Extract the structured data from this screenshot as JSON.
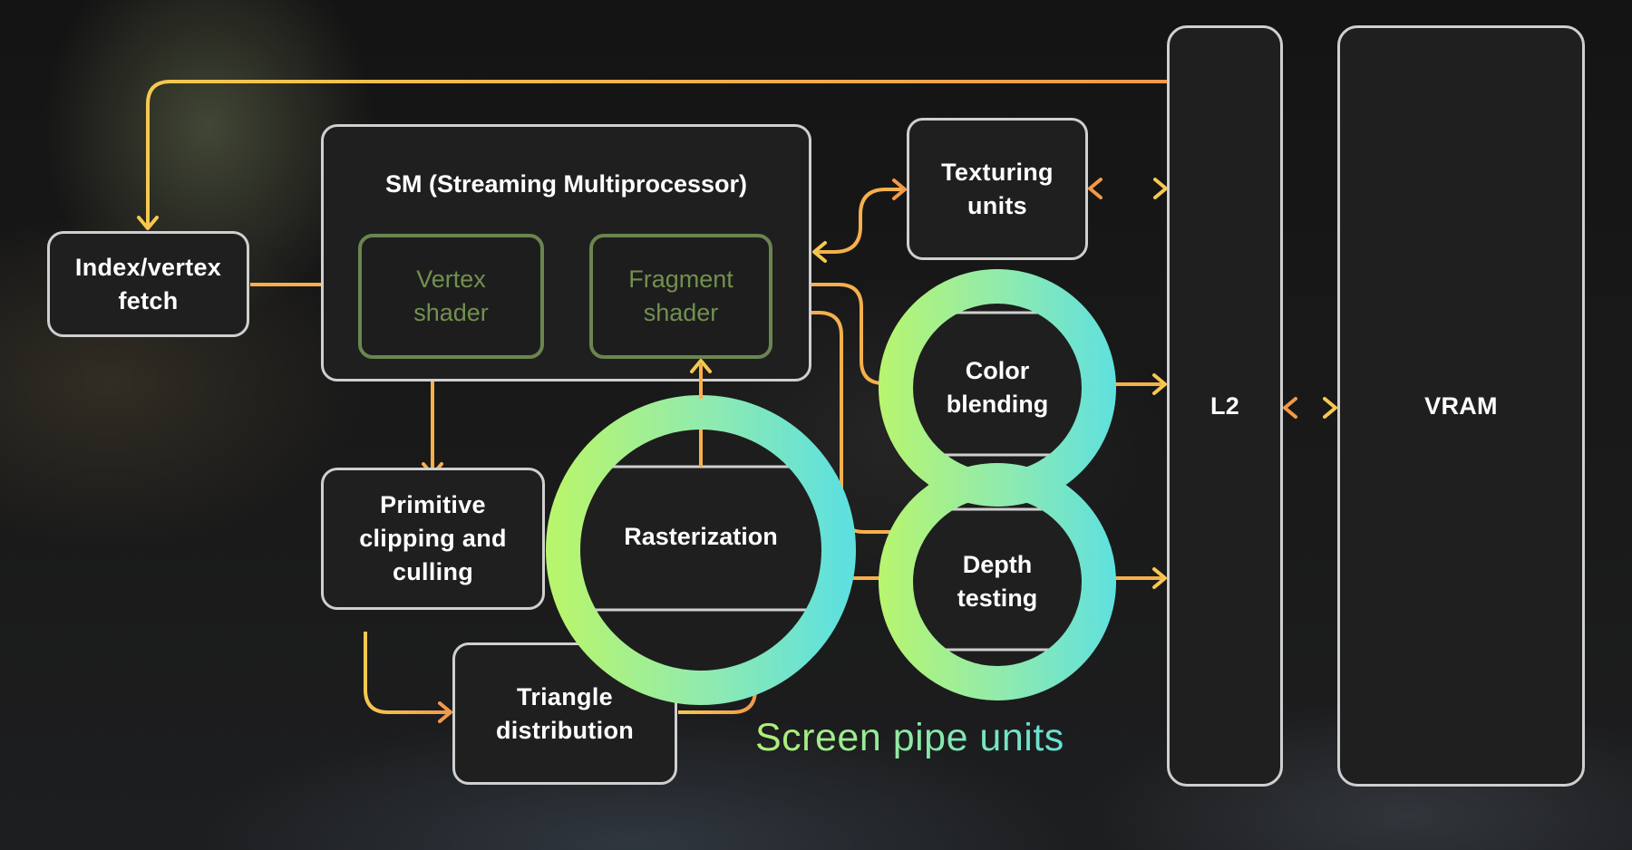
{
  "diagram": {
    "title": "GPU graphics pipeline",
    "nodes": {
      "index_fetch": "Index/vertex\nfetch",
      "sm_title": "SM (Streaming Multiprocessor)",
      "vertex_shader": "Vertex\nshader",
      "fragment_shader": "Fragment\nshader",
      "texturing": "Texturing\nunits",
      "primitive": "Primitive\nclipping and\nculling",
      "triangle": "Triangle\ndistribution",
      "rasterization": "Rasterization",
      "color_blending": "Color\nblending",
      "depth_testing": "Depth\ntesting",
      "l2": "L2",
      "vram": "VRAM"
    },
    "group_label": "Screen pipe units",
    "edges": [
      {
        "from": "L2",
        "to": "Index/vertex fetch",
        "direction": "one-way"
      },
      {
        "from": "Index/vertex fetch",
        "to": "Vertex shader",
        "direction": "one-way"
      },
      {
        "from": "Vertex shader",
        "to": "Primitive clipping and culling",
        "direction": "one-way"
      },
      {
        "from": "Primitive clipping and culling",
        "to": "Triangle distribution",
        "direction": "one-way"
      },
      {
        "from": "Triangle distribution",
        "to": "Rasterization",
        "direction": "one-way"
      },
      {
        "from": "Rasterization",
        "to": "Fragment shader",
        "direction": "one-way"
      },
      {
        "from": "SM",
        "to": "Texturing units",
        "direction": "two-way"
      },
      {
        "from": "Texturing units",
        "to": "L2",
        "direction": "two-way"
      },
      {
        "from": "Fragment shader",
        "to": "Color blending",
        "direction": "one-way"
      },
      {
        "from": "Fragment shader",
        "to": "Depth testing",
        "direction": "one-way"
      },
      {
        "from": "Rasterization",
        "to": "Depth testing",
        "direction": "one-way"
      },
      {
        "from": "Color blending",
        "to": "L2",
        "direction": "one-way"
      },
      {
        "from": "Depth testing",
        "to": "L2",
        "direction": "one-way"
      },
      {
        "from": "L2",
        "to": "VRAM",
        "direction": "two-way"
      }
    ],
    "colors": {
      "arrow_start": "#f7c84f",
      "arrow_end": "#f2994a",
      "ring_start": "#b8f56e",
      "ring_end": "#5fe0de",
      "shader_green": "#6b8550",
      "box_border": "#cfcfcf",
      "box_fill": "#1f1f1f"
    }
  }
}
